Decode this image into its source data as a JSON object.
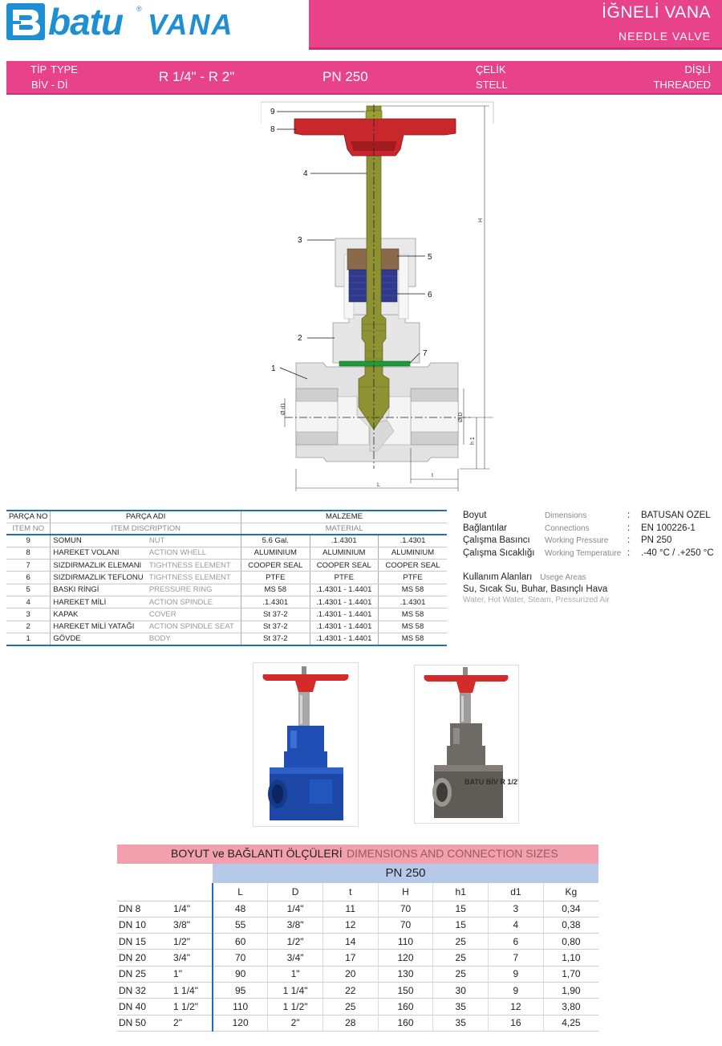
{
  "brand": {
    "name": "batu",
    "reg": "®",
    "sub": "VANA"
  },
  "title": {
    "tr": "İĞNELİ VANA",
    "en": "NEEDLE  VALVE"
  },
  "typebar": {
    "tip": "TİP",
    "type": "TYPE",
    "bivdi": "BİV - Dİ",
    "size": "R 1/4\"  -  R 2\"",
    "pn": "PN 250",
    "celik": "ÇELİK",
    "stell": "STELL",
    "disli": "DİŞLİ",
    "threaded": "THREADED"
  },
  "drawing": {
    "callouts": [
      "9",
      "8",
      "4",
      "3",
      "5",
      "6",
      "2",
      "7",
      "1"
    ],
    "dims": {
      "H": "H",
      "h1": "h 1",
      "d1": "Ø d1",
      "D": "Ø D",
      "L": "L",
      "t": "t"
    },
    "colors": {
      "handwheel": "#c8282b",
      "spindle": "#8e9233",
      "packing_top": "#8a6a4b",
      "packing": "#2f3a8c",
      "seal": "#1f9a3a",
      "body": "#e2e2e2"
    }
  },
  "parts_table": {
    "header1": {
      "no": "PARÇA NO",
      "name": "PARÇA ADI",
      "material": "MALZEME"
    },
    "header2": {
      "no": "ITEM NO",
      "name": "ITEM DISCRIPTION",
      "material": "MATERIAL"
    },
    "rows": [
      {
        "no": "9",
        "tr": "SOMUN",
        "en": "NUT",
        "m1": "5.6 Gal.",
        "m2": ".1.4301",
        "m3": ".1.4301"
      },
      {
        "no": "8",
        "tr": "HAREKET VOLANI",
        "en": "ACTION WHELL",
        "m1": "ALUMINIUM",
        "m2": "ALUMINIUM",
        "m3": "ALUMINIUM"
      },
      {
        "no": "7",
        "tr": "SIZDIRMAZLIK ELEMANI",
        "en": "TIGHTNESS ELEMENT",
        "m1": "COOPER SEAL",
        "m2": "COOPER SEAL",
        "m3": "COOPER SEAL"
      },
      {
        "no": "6",
        "tr": "SIZDIRMAZLIK TEFLONU",
        "en": "TIGHTNESS ELEMENT",
        "m1": "PTFE",
        "m2": "PTFE",
        "m3": "PTFE"
      },
      {
        "no": "5",
        "tr": "BASKI RİNGİ",
        "en": "PRESSURE RING",
        "m1": "MS 58",
        "m2": ".1.4301 - 1.4401",
        "m3": "MS 58"
      },
      {
        "no": "4",
        "tr": "HAREKET MİLİ",
        "en": "ACTION SPINDLE",
        "m1": ".1.4301",
        "m2": ".1.4301 - 1.4401",
        "m3": ".1.4301"
      },
      {
        "no": "3",
        "tr": "KAPAK",
        "en": "COVER",
        "m1": "St 37-2",
        "m2": ".1.4301 - 1.4401",
        "m3": "MS 58"
      },
      {
        "no": "2",
        "tr": "HAREKET MİLİ YATAĞI",
        "en": "ACTION SPINDLE SEAT",
        "m1": "St 37-2",
        "m2": ".1.4301 - 1.4401",
        "m3": "MS 58"
      },
      {
        "no": "1",
        "tr": "GÖVDE",
        "en": "BODY",
        "m1": "St 37-2",
        "m2": ".1.4301 - 1.4401",
        "m3": "MS 58"
      }
    ]
  },
  "specs": [
    {
      "tr": "Boyut",
      "en": "Dimensions",
      "colon": ":",
      "value": "BATUSAN ÖZEL"
    },
    {
      "tr": "Bağlantılar",
      "en": "Connections",
      "colon": ":",
      "value": "EN 100226-1"
    },
    {
      "tr": "Çalışma Basıncı",
      "en": "Working Pressure",
      "colon": ":",
      "value": "PN 250"
    },
    {
      "tr": "Çalışma Sıcaklığı",
      "en": "Working Temperature",
      "colon": ":",
      "value": ".-40  °C  /  .+250 °C"
    }
  ],
  "usage": {
    "title_tr": "Kullanım Alanları",
    "title_en": "Usege Areas",
    "tr": "Su, Sıcak Su, Buhar, Basınçlı Hava",
    "en": "Water, Hot Water, Steam, Pressurized Air"
  },
  "photos": [
    {
      "color": "#1f4fb5",
      "label": "blue-valve"
    },
    {
      "color": "#6e6a66",
      "label": "steel-valve",
      "marking": "BATU BİV R 1/2\""
    }
  ],
  "dim_table": {
    "title_tr": "BOYUT ve BAĞLANTI ÖLÇÜLERİ",
    "title_en": "DIMENSIONS AND CONNECTION SIZES",
    "pn": "PN 250",
    "columns": [
      "L",
      "D",
      "t",
      "H",
      "h1",
      "d1",
      "Kg"
    ],
    "rows": [
      {
        "dn": "DN 8",
        "inch": "1/4\"",
        "vals": [
          "48",
          "1/4\"",
          "11",
          "70",
          "15",
          "3",
          "0,34"
        ]
      },
      {
        "dn": "DN 10",
        "inch": "3/8\"",
        "vals": [
          "55",
          "3/8\"",
          "12",
          "70",
          "15",
          "4",
          "0,38"
        ]
      },
      {
        "dn": "DN 15",
        "inch": "1/2\"",
        "vals": [
          "60",
          "1/2\"",
          "14",
          "110",
          "25",
          "6",
          "0,80"
        ]
      },
      {
        "dn": "DN 20",
        "inch": "3/4\"",
        "vals": [
          "70",
          "3/4\"",
          "17",
          "120",
          "25",
          "7",
          "1,10"
        ]
      },
      {
        "dn": "DN 25",
        "inch": "1\"",
        "vals": [
          "90",
          "1\"",
          "20",
          "130",
          "25",
          "9",
          "1,70"
        ]
      },
      {
        "dn": "DN 32",
        "inch": "1 1/4\"",
        "vals": [
          "95",
          "1 1/4\"",
          "22",
          "150",
          "30",
          "9",
          "1,90"
        ]
      },
      {
        "dn": "DN 40",
        "inch": "1 1/2\"",
        "vals": [
          "110",
          "1 1/2\"",
          "25",
          "160",
          "35",
          "12",
          "3,80"
        ]
      },
      {
        "dn": "DN 50",
        "inch": "2\"",
        "vals": [
          "120",
          "2\"",
          "28",
          "160",
          "35",
          "16",
          "4,25"
        ]
      }
    ]
  }
}
